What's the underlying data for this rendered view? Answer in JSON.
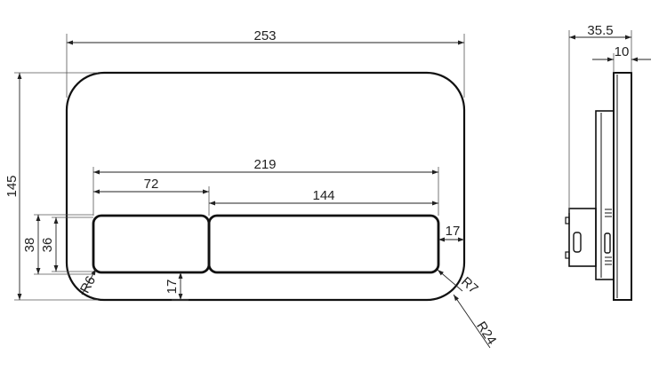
{
  "front_view": {
    "overall_width": "253",
    "overall_height": "145",
    "button_area_width": "219",
    "small_button_width": "72",
    "large_button_width": "144",
    "button_height_outer": "38",
    "button_height_inner": "36",
    "right_margin": "17",
    "bottom_margin": "17",
    "button_radius": "R6",
    "button_radius_right": "R7",
    "plate_radius": "R24"
  },
  "side_view": {
    "total_depth": "35.5",
    "plate_thickness": "10"
  }
}
